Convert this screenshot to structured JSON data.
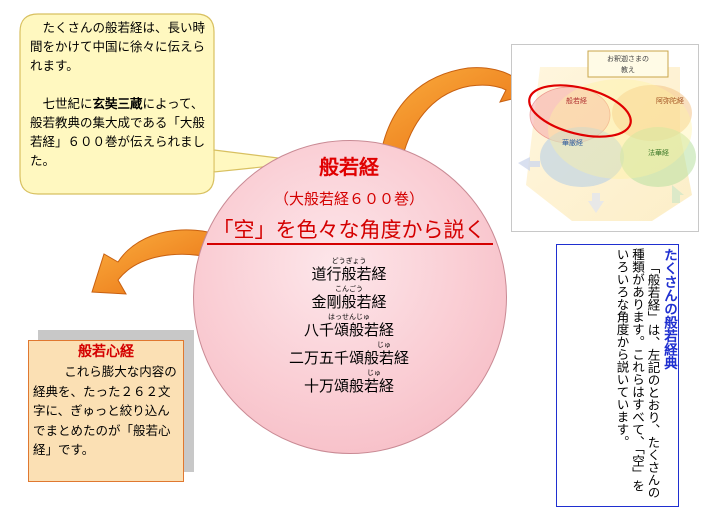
{
  "bubble": {
    "line1": "たくさんの般若経は、長い時間をかけて中国に徐々に伝えられます。",
    "line2_prefix": "七世紀に",
    "line2_bold": "玄奘三蔵",
    "line2_suffix": "によって、般若教典の集大成である「大般若経」６００巻が伝えられました。"
  },
  "center": {
    "title": "般若経",
    "subtitle": "（大般若経６００巻）",
    "heading": "「空」を色々な角度から説く",
    "sutras": [
      {
        "name": "道行般若経",
        "ruby": "どうぎょう"
      },
      {
        "name": "金剛般若経",
        "ruby": "こんごう"
      },
      {
        "name": "八千頌般若経",
        "ruby": "はっせんじゅ"
      },
      {
        "name": "二万五千頌般若経",
        "ruby": "じゅ"
      },
      {
        "name": "十万頌般若経",
        "ruby": "じゅ"
      }
    ]
  },
  "heart": {
    "title": "般若心経",
    "text": "これら膨大な内容の経典を、たった２６２文字に、ぎゅっと絞り込んでまとめたのが「般若心経」です。"
  },
  "diagram": {
    "title_line1": "お釈迦さまの",
    "title_line2": "教え",
    "labels": [
      "般若経",
      "阿弥陀経",
      "華厳経",
      "法華経"
    ]
  },
  "vertical": {
    "title": "たくさんの般若経典",
    "text": "「般若経」は、左記のとおり、たくさんの種類があります。これらはすべて、「空」をいろいろな角度から説いています。"
  },
  "colors": {
    "accent_red": "#d40000",
    "orange_arrow": "#f08a1c",
    "bubble_fill": "#fff8c0",
    "blue": "#1f2fd0"
  }
}
